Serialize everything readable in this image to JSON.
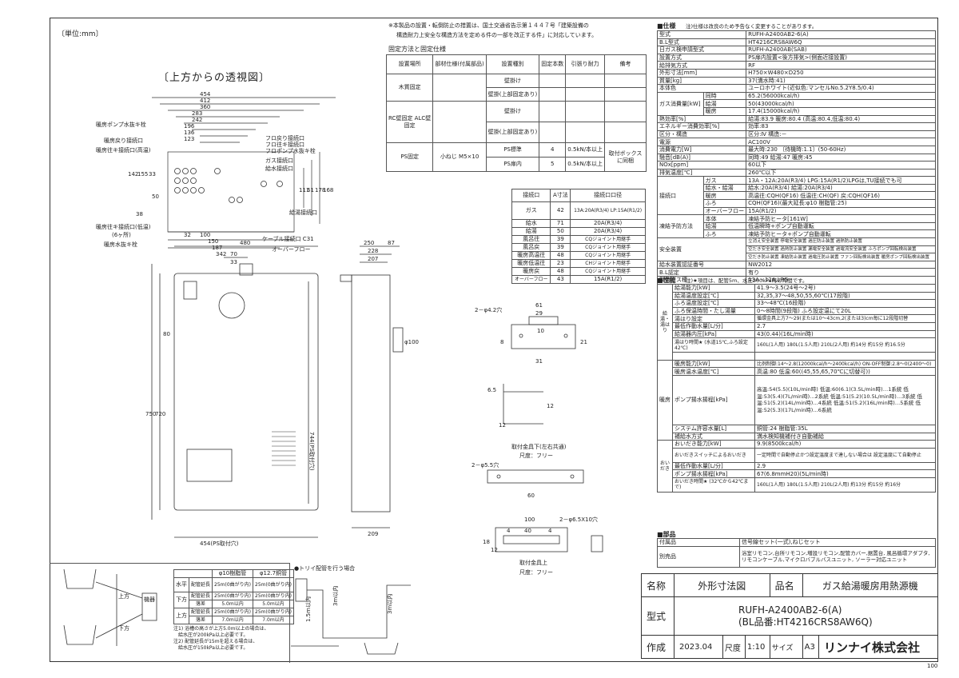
{
  "header": {
    "unit_label": "〔単位:mm〕",
    "top_view_title": "〔上方からの透視図〕",
    "note_line1": "※本製品の設置・転倒防止の措置は、国土交通省告示第１４４７号「建築設備の",
    "note_line2": "構造耐力上安全な構造方法を定める件の一部を改正する件」に対応しています。",
    "fix_method_title": "固定方法と固定仕様"
  },
  "top_view": {
    "dims_top": [
      "454",
      "412",
      "360",
      "283",
      "242",
      "196",
      "136",
      "123"
    ],
    "labels": [
      "暖房ポンプ水抜キ栓",
      "暖房戻り接続口",
      "暖房往キ接続口(高温)",
      "フロ戻り接続口",
      "フロ往キ接続口",
      "フロポンプ水抜キ栓",
      "ガス接続口",
      "給水接続口",
      "給湯接続口",
      "暖房往キ接続口(低温)",
      "(6ヶ所)",
      "暖房水抜キ栓",
      "ケーブル接続口 C31",
      "オーバーフロー"
    ],
    "dims_bottom": [
      "32",
      "100",
      "150",
      "187",
      "342"
    ],
    "dims_side": [
      "142",
      "155",
      "33",
      "50",
      "38",
      "178",
      "61",
      "111",
      "168"
    ]
  },
  "fix_table": {
    "headers": [
      "設置場所",
      "部材仕様(付属部品)",
      "設置種別",
      "固定本数",
      "引張り耐力",
      "備考"
    ],
    "rows": [
      [
        "木質固定",
        "",
        "壁掛け",
        "",
        "",
        ""
      ],
      [
        "",
        "",
        "壁掛(上部固定あり)",
        "",
        "",
        ""
      ],
      [
        "RC壁固定 ALC壁固定",
        "",
        "壁掛け",
        "",
        "",
        ""
      ],
      [
        "",
        "",
        "壁掛(上部固定あり)",
        "",
        "",
        ""
      ],
      [
        "PS固定",
        "小ねじ M5×10",
        "PS標準",
        "4",
        "0.5kN/本以上",
        "取付ボックス に同梱"
      ],
      [
        "",
        "",
        "PS扉内",
        "5",
        "0.5kN/本以上",
        ""
      ]
    ]
  },
  "conn_table": {
    "headers": [
      "接続口",
      "A寸法",
      "接続口口径"
    ],
    "rows": [
      [
        "ガス",
        "42",
        "13A:20A(R3/4) LP:15A(R1/2)"
      ],
      [
        "給水",
        "71",
        "20A(R3/4)"
      ],
      [
        "給湯",
        "50",
        "20A(R3/4)"
      ],
      [
        "風呂往",
        "39",
        "CQジョイント用継手"
      ],
      [
        "風呂戻",
        "39",
        "CQジョイント用継手"
      ],
      [
        "暖房高温往",
        "48",
        "CQジョイント用継手"
      ],
      [
        "暖房低温往",
        "23",
        "CHジョイント用継手"
      ],
      [
        "暖房戻",
        "48",
        "CQジョイント用継手"
      ],
      [
        "オーバーフロー",
        "43",
        "15A(R1/2)"
      ]
    ]
  },
  "front_view": {
    "dims": [
      "480",
      "70",
      "33",
      "80",
      "750",
      "720",
      "454(PS取付穴)",
      "744(PS取付穴)"
    ],
    "side_dims": [
      "250",
      "87",
      "228",
      "207",
      "209",
      "φ100"
    ]
  },
  "brackets": {
    "upper_dims": [
      "61",
      "29",
      "10",
      "31",
      "21",
      "8",
      "2－φ4.2穴"
    ],
    "upper_caption1": "取付金具下(左右共通)",
    "upper_caption2": "尺度：フリー",
    "mid_dims": [
      "6.5",
      "12",
      "12",
      "2－φ5.5穴",
      "60"
    ],
    "lower_dims": [
      "100",
      "4",
      "40",
      "4",
      "18",
      "12",
      "2－φ6.5X10穴"
    ],
    "lower_caption1": "取付金具上",
    "lower_caption2": "尺度：フリー"
  },
  "pipe_table": {
    "headers": [
      "",
      "φ10樹脂管",
      "φ12.7銅管"
    ],
    "rows": [
      [
        "水平",
        "配管延長",
        "25m(0曲がり内)",
        "25m(0曲がり内)"
      ],
      [
        "下方",
        "配管延長",
        "25m(0曲がり内)",
        "25m(0曲がり内)"
      ],
      [
        "",
        "落差",
        "5.0m以内",
        "5.0m以内"
      ],
      [
        "上方",
        "配管延長",
        "25m(0曲がり内)",
        "25m(0曲がり内)"
      ],
      [
        "",
        "落差",
        "7.0m以内",
        "7.0m以内"
      ]
    ],
    "note1": "注1) 浴槽の高さが上方5.0m以上の場合は、",
    "note2": "　給水圧が200kPa以上必要です。",
    "note3": "注2) 配管延長が15mを超える場合は、",
    "note4": "　給水圧が150kPa以上必要です。",
    "upper_label": "上方",
    "lower_label": "下方",
    "unit_label": "機器",
    "trap_title": "●トリイ配管を行う場合",
    "trap_dim1": "3m以内",
    "trap_dim2": "1.5m以内",
    "trap_dim3": "3m以内"
  },
  "spec": {
    "title": "■仕様",
    "title_note": "注)仕様は改良のため予告なく変更することがあります。",
    "rows": [
      [
        "型式",
        "RUFH-A2400AB2-6(A)"
      ],
      [
        "B.L型式",
        "HT4216CRS8AW6Q"
      ],
      [
        "日ガス検申請型式",
        "RUFH-A2400AB(SAB)"
      ],
      [
        "設置方式",
        "PS扉内設置<後方排気>(側面近接設置)"
      ],
      [
        "給排気方式",
        "RF"
      ],
      [
        "外形寸法[mm]",
        "H750×W480×D250"
      ],
      [
        "質量[kg]",
        "37(満水時:41)"
      ],
      [
        "本体色",
        "ユーロホワイト(近似色:マンセルNo.5.2Y8.5/0.4)"
      ]
    ],
    "gas_label": "ガス消費量[kW]",
    "gas_rows": [
      [
        "同時",
        "65.2(56000kcal/h)"
      ],
      [
        "給湯",
        "50(43000kcal/h)"
      ],
      [
        "暖房",
        "17.4(15000kcal/h)"
      ]
    ],
    "rows2": [
      [
        "熱効率[%]",
        "給湯:83.9 暖房:80.4 (高温:80.4,低温:80.4)"
      ],
      [
        "エネルギー消費効率[%]",
        "効率:83"
      ],
      [
        "区分・構造",
        "区分:Ⅳ 構造:－"
      ],
      [
        "電源",
        "AC100V"
      ],
      [
        "消費電力[W]",
        "最大時:230 〔待機時:1.1〕(50-60Hz)"
      ],
      [
        "騒音[dB(A)]",
        "同時:49 給湯:47 暖房:45"
      ],
      [
        "NOx[ppm]",
        "60以下"
      ],
      [
        "排気温度[℃]",
        "260℃以下"
      ]
    ],
    "conn_label": "接続口",
    "conn_rows": [
      [
        "ガス",
        "13A・12A:20A(R3/4) LPG:15A(R1/2)LPGは,TU接続でも可"
      ],
      [
        "給水・給湯",
        "給水:20A(R3/4) 給湯:20A(R3/4)"
      ],
      [
        "暖房",
        "高温往:CQH(QF16) 低温往:CH(QF) 戻:CQH(QF16)"
      ],
      [
        "ふろ",
        "CQH(QF16)(最大延長:φ10 樹脂管:25)"
      ],
      [
        "オーバーフロー",
        "15A(R1/2)"
      ]
    ],
    "freeze_label": "凍結予防方法",
    "freeze_rows": [
      [
        "本体",
        "凍結予防ヒータ[161W]"
      ],
      [
        "給湯",
        "低温瞬時+ポンプ自動運転"
      ],
      [
        "ふろ",
        "凍結予防ヒータ+ポンプ自動運転"
      ]
    ],
    "safety_label": "安全装置",
    "safety_rows": [
      "立消え安全装置 停電安全装置 過圧防止装置 過熱防止装置",
      "空だき安全装置 過熱防止装置 漏電安全装置 過電流安全装置 ふろポンプ回転検出装置",
      "空だき防止装置 凍結防止装置 過電圧防止装置 ファン回転検出装置 暖房ポンプ回転検出装置"
    ],
    "rows3": [
      [
        "給水装置認証番号",
        "NW2012"
      ],
      [
        "B.L認定",
        "有り"
      ],
      [
        "製造ガス種",
        "13A・12A,LPG"
      ]
    ]
  },
  "perf": {
    "title": "■性能",
    "title_note": "注)★項目は、配管5m、水圧200kPa時の時間です。",
    "kyuto_label": "給湯・湯はり",
    "kyuto_rows": [
      [
        "給湯能力[kW]",
        "41.9～3.5(24号～2号)"
      ],
      [
        "給湯温度設定[℃]",
        "32,35,37～48,50,55,60℃(17段階)"
      ],
      [
        "ふろ温度設定[℃]",
        "33～48℃(16段階)"
      ],
      [
        "ふろ保温時間・たし湯量",
        "0～8時間(9段階) ふろ設定温にて20L"
      ],
      [
        "湯はり設定",
        "循環金具上方7～29(または10～43cm,2(または3)cm毎に12段階切替"
      ],
      [
        "最低作動水量[L/分]",
        "2.7"
      ],
      [
        "給湯器内圧[kPa]",
        "43(0.44)(16L/min時)"
      ],
      [
        "湯はり時間★ (水道15℃,ふろ設定42℃)",
        "160L(1人用) 180L(1.5人用) 210L(2人用)  約14分 約15分 約16.5分"
      ]
    ],
    "danbo_label": "暖房",
    "danbo_rows": [
      [
        "暖房能力[kW]",
        "比例制御:14～2.8(12000kcal/h～2400kcal/h)  ON-OFF制御:2.8～0(2400～0)"
      ],
      [
        "暖房温水温度[℃]",
        "高温:80 低温:60((45,55,65,70℃に切替可))"
      ],
      [
        "ポンプ揚水揚程[kPa]",
        "高温:54(5.5)(10L/min時) 低温:60(6.1)(3.5L/min時)…1系統 低温:53(5.4)(7L/min時)…2系統 低温:51(5.2)(10.5L/min時)…3系統 低温:51(5.2)(14L/min時)…4系統 低温:51(5.2)(16L/min時)…5系統 低温:52(5.3)(17L/min時)…6系統"
      ],
      [
        "システム許容水量[L]",
        "銅管:24 樹脂管:35L"
      ],
      [
        "補給水方式",
        "満水検知機補付き自動補給"
      ]
    ],
    "oidaki_label": "おいだき",
    "oidaki_rows": [
      [
        "おいだき能力[kW]",
        "9.9(8500kcal/h)"
      ],
      [
        "おいだきスイッチによるおいだき",
        "一定時間で自動停止かつ設定温度まで達しない場合は 設定温度にて自動停止"
      ],
      [
        "最低作動水量[L/分]",
        "2.9"
      ],
      [
        "ポンプ揚水揚程[kPa]",
        "67(6.8mmH20)(5L/min時)"
      ],
      [
        "おいだき時間★ (32℃から42℃まで)",
        "160L(1人用) 180L(1.5人用) 210L(2人用) 約13分 約15分 約16分"
      ]
    ]
  },
  "parts": {
    "title": "■部品",
    "rows": [
      [
        "付属品",
        "信号線セット(一式),ねじセット"
      ],
      [
        "別売品",
        "浴室リモコン,台所リモコン,増設リモコン,配管カバー,据置台, 風呂循環アダプタ,リモコンケーブル,マイクロバブルバスユニット, ソーラー対応ユニット"
      ]
    ]
  },
  "title_block": {
    "name_label": "名称",
    "name_value": "外形寸法図",
    "product_label": "品名",
    "product_value": "ガス給湯暖房用熱源機",
    "model_label": "型式",
    "model_value1": "RUFH-A2400AB2-6(A)",
    "model_value2": "(BL品番:HT4216CRS8AW6Q)",
    "made_label": "作成",
    "made_value": "2023.04",
    "scale_label": "尺度",
    "scale_value": "1:10",
    "size_label": "サイズ",
    "size_value": "A3",
    "company": "リンナイ株式会社",
    "page": "100"
  }
}
